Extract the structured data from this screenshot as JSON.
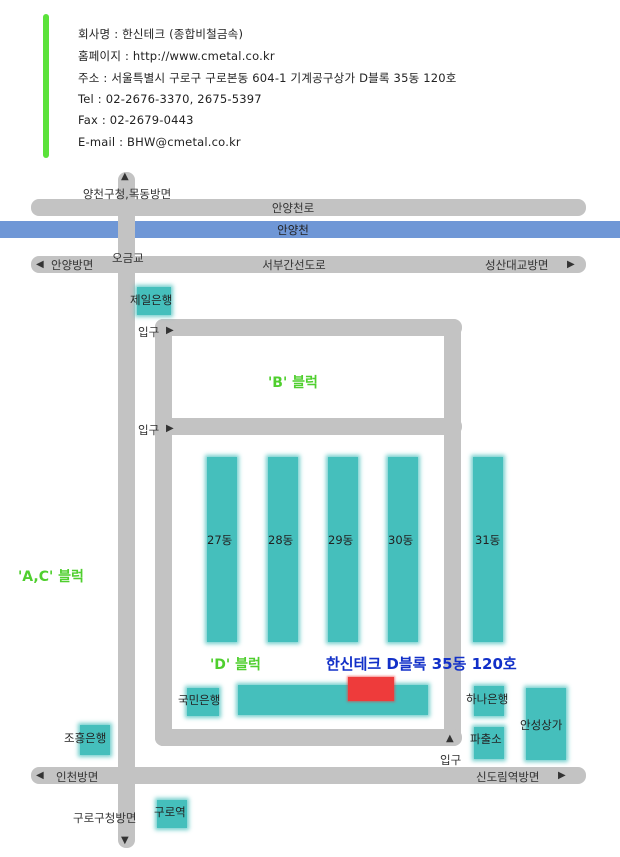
{
  "info": {
    "company": "회사명 : 한신테크 (종합비철금속)",
    "homepage": "홈페이지 : http://www.cmetal.co.kr",
    "address": "주소 : 서울특별시 구로구 구로본동 604-1 기계공구상가 D블록 35동 120호",
    "tel": "Tel : 02-2676-3370, 2675-5397",
    "fax": "Fax : 02-2679-0443",
    "email": "E-mail : BHW@cmetal.co.kr"
  },
  "roads": {
    "top_road": "안양천로",
    "river": "안양천",
    "west_road": "서부간선도로",
    "to_anyang": "안양방면",
    "to_seongsan": "성산대교방면",
    "to_yangcheon": "양천구청,목동방면",
    "bridge": "오금교",
    "to_incheon": "인천방면",
    "to_sindorim": "신도림역방면",
    "to_guro_office": "구로구청방면"
  },
  "places": {
    "jeil_bank": "제일은행",
    "kookmin_bank": "국민은행",
    "hana_bank": "하나은행",
    "chohung_bank": "조흥은행",
    "police_box": "파출소",
    "anseong_mall": "안성상가",
    "guro_station": "구로역"
  },
  "blocks": {
    "b_block": "'B' 블럭",
    "ac_block": "'A,C' 블럭",
    "d_block": "'D' 블럭",
    "highlight": "한신테크 D블록 35동 120호",
    "entrance": "입구",
    "buildings": [
      "27동",
      "28동",
      "29동",
      "30동",
      "31동"
    ]
  },
  "colors": {
    "road": "#c3c3c3",
    "river": "#6f97d6",
    "building": "#45bfbc",
    "target": "#ee3b3b",
    "block_label": "#4fcf2e",
    "highlight_label": "#1230c8",
    "info_bar": "#5be23a"
  }
}
